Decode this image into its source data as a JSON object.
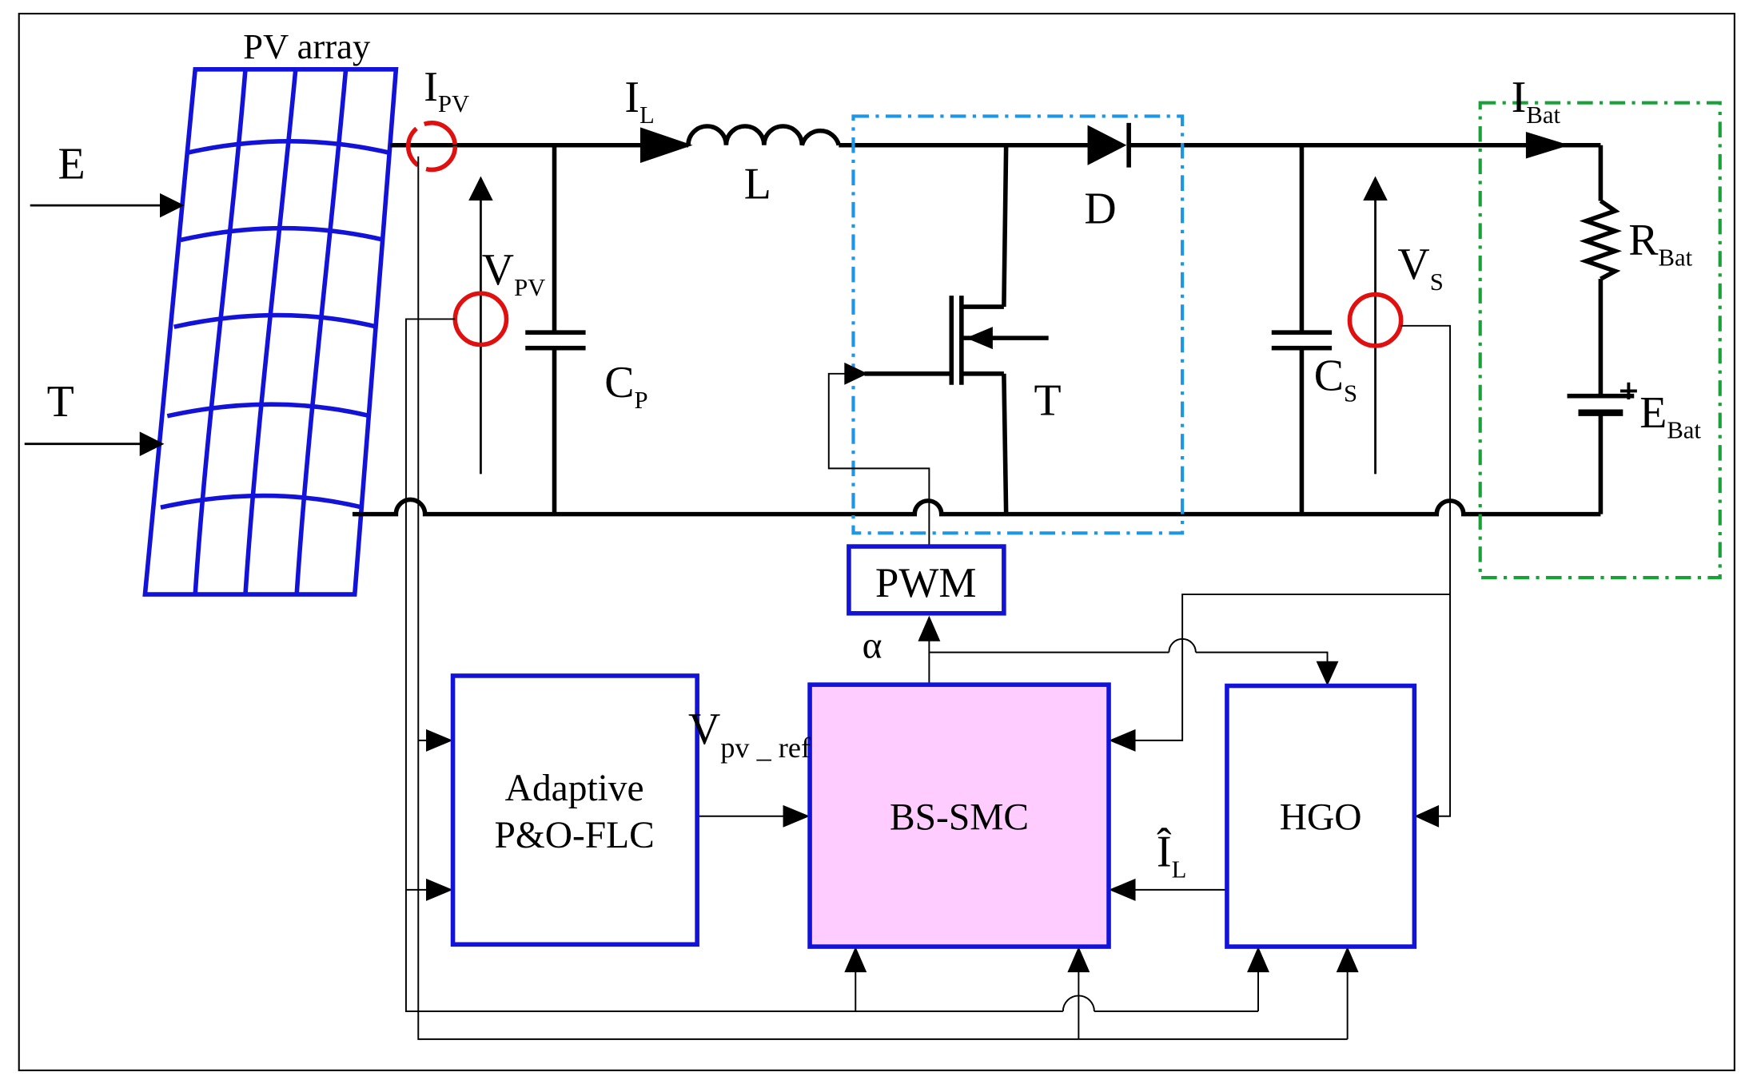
{
  "labels": {
    "pv_array": "PV array",
    "irradiance": "E",
    "temperature": "T",
    "i_pv": "I",
    "i_pv_sub": "PV",
    "v_pv": "V",
    "v_pv_sub": "PV",
    "i_l": "I",
    "i_l_sub": "L",
    "inductor": "L",
    "cap_p": "C",
    "cap_p_sub": "P",
    "diode": "D",
    "switch": "T",
    "cap_s": "C",
    "cap_s_sub": "S",
    "v_s": "V",
    "v_s_sub": "S",
    "i_bat": "I",
    "i_bat_sub": "Bat",
    "r_bat": "R",
    "r_bat_sub": "Bat",
    "e_bat": "E",
    "e_bat_sub": "Bat",
    "alpha": "α",
    "v_pv_ref": "V",
    "v_pv_ref_sub": "pv _ ref",
    "i_l_hat": "Î",
    "i_l_hat_sub": "L"
  },
  "blocks": {
    "pwm": "PWM",
    "mppt_line1": "Adaptive",
    "mppt_line2": "P&O-FLC",
    "controller": "BS-SMC",
    "observer": "HGO"
  },
  "colors": {
    "block_border": "#1212d8",
    "controller_fill": "#ffccff",
    "sensor": "#e01010",
    "converter_box": "#1e96e6",
    "battery_box": "#1aa038",
    "wire": "#000000"
  }
}
